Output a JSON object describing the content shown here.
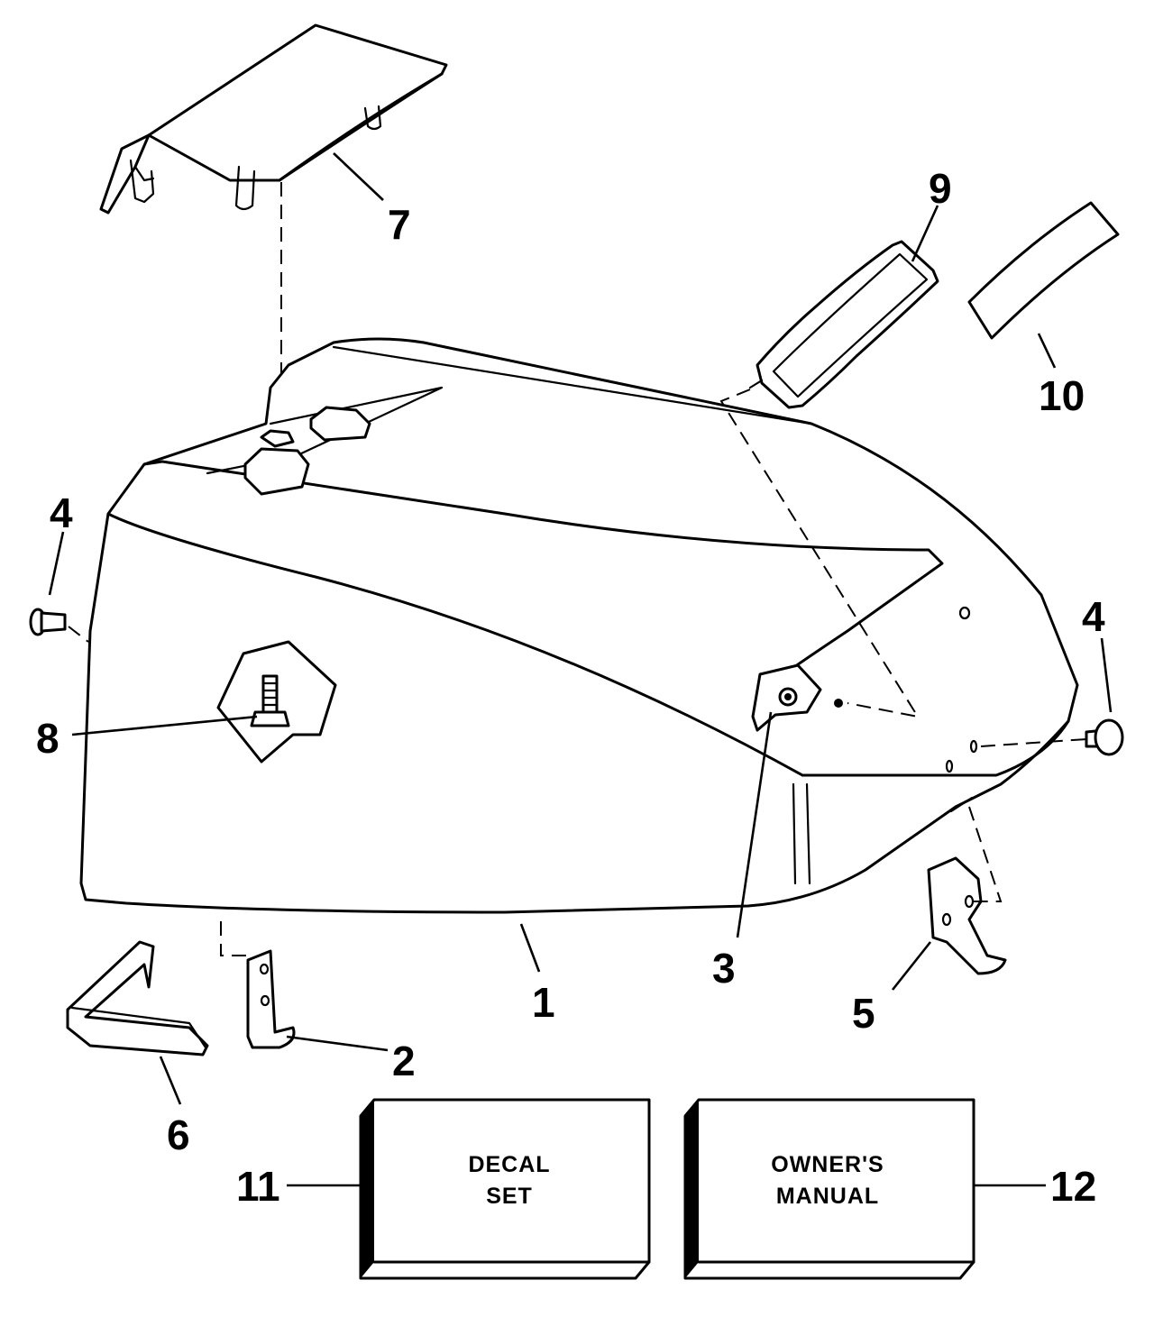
{
  "callouts": {
    "c1": "1",
    "c2": "2",
    "c3": "3",
    "c4_left": "4",
    "c4_right": "4",
    "c5": "5",
    "c6": "6",
    "c7": "7",
    "c8": "8",
    "c9": "9",
    "c10": "10",
    "c11": "11",
    "c12": "12"
  },
  "boxes": {
    "decal_set": {
      "line1": "DECAL",
      "line2": "SET"
    },
    "owners_manual": {
      "line1": "OWNER'S",
      "line2": "MANUAL"
    }
  }
}
